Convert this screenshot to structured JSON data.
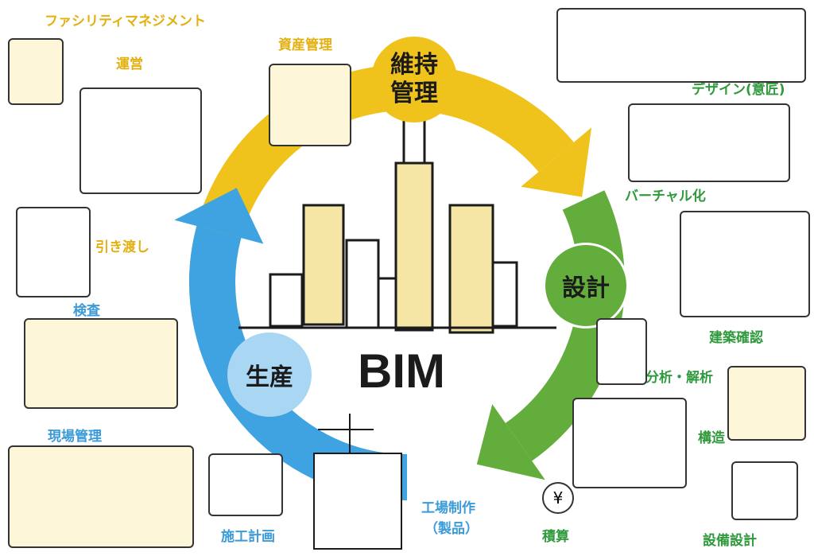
{
  "center_title": "BIM",
  "hubs": {
    "maintenance": "維持管理",
    "design": "設計",
    "production": "生産"
  },
  "labels": {
    "facility_management": "ファシリティマネジメント",
    "operation": "運営",
    "asset_management": "資産管理",
    "design_intent": "デザイン(意匠)",
    "virtualization": "バーチャル化",
    "building_confirmation": "建築確認",
    "analysis": "分析・解析",
    "structure": "構造",
    "equipment_design": "設備設計",
    "estimation": "積算",
    "factory_production": "工場制作",
    "factory_products": "（製品）",
    "construction_planning": "施工計画",
    "site_management": "現場管理",
    "inspection": "検査",
    "handover": "引き渡し"
  },
  "yen_symbol": "¥",
  "colors": {
    "yellow": "#f0c21c",
    "green": "#62ad3c",
    "blue": "#3ea3e0",
    "light_blue": "#a9d7f3"
  }
}
